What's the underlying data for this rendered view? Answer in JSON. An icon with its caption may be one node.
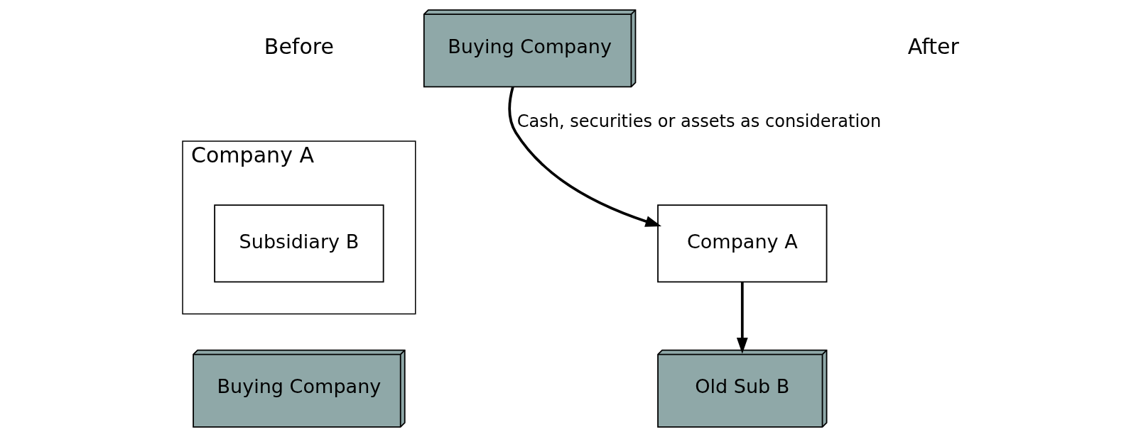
{
  "diagram": {
    "nodes": [
      {
        "text": [
          "Company A"
        ]
      },
      {
        "text": [
          "Subsidiary B"
        ],
        "in": 0
      },
      {
        "text": [
          "Buying Company"
        ]
      },
      {
        "text": [
          "Company A"
        ]
      },
      {
        "text": [
          "Old Sub B"
        ]
      },
      {
        "text": [
          "Buying Company"
        ]
      }
    ],
    "edges": [
      {
        "from": 3,
        "to": 4,
        "arrow": "to"
      },
      {
        "from": 5,
        "to": 3,
        "arrow": "to",
        "label": "Cash, securities or assets as consideration"
      }
    ],
    "labels": [
      "Before",
      "After"
    ]
  }
}
